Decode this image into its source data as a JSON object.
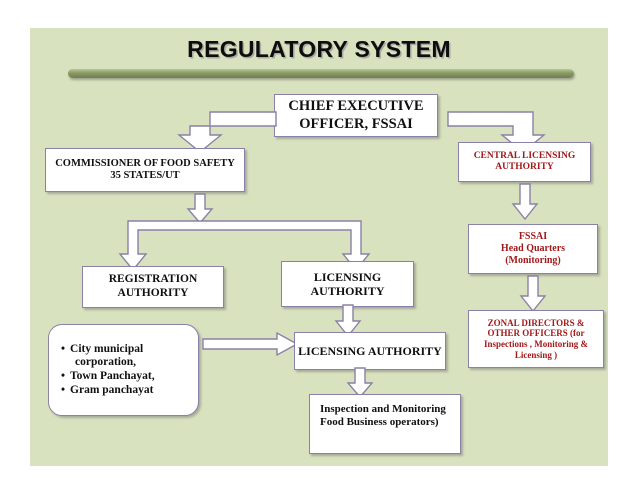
{
  "slide": {
    "title": "REGULATORY SYSTEM",
    "background_color": "#d9e2bf",
    "rule_color": "#8a9a63"
  },
  "colors": {
    "box_fill": "#ffffff",
    "box_border": "#8a81a6",
    "text_black": "#101010",
    "text_maroon": "#a11a1a",
    "connector_fill": "#ffffff",
    "connector_stroke": "#8a81a6"
  },
  "nodes": {
    "ceo": {
      "line1": "CHIEF EXECUTIVE",
      "line2": "OFFICER, FSSAI"
    },
    "commissioner": {
      "line1": "COMMISSIONER OF FOOD SAFETY",
      "line2": "35 STATES/UT"
    },
    "central_licensing_authority": {
      "line1": "CENTRAL LICENSING",
      "line2": "AUTHORITY"
    },
    "fssai_hq": {
      "line1": "FSSAI",
      "line2": "Head Quarters",
      "line3": "(Monitoring)"
    },
    "zonal_directors": {
      "line1": "ZONAL DIRECTORS   &",
      "line2": "OTHER OFFICERS (for",
      "line3": "Inspections , Monitoring &",
      "line4": "Licensing )"
    },
    "registration_authority": {
      "line1": "REGISTRATION",
      "line2": "AUTHORITY"
    },
    "licensing_authority_mid": {
      "line1": "LICENSING",
      "line2": "AUTHORITY"
    },
    "licensing_authority_lower": {
      "line1": "LICENSING AUTHORITY"
    },
    "local_bodies": {
      "bullets": [
        "City municipal",
        "corporation,",
        "Town Panchayat,",
        "Gram panchayat"
      ]
    },
    "inspection_monitoring": {
      "line1": "Inspection and Monitoring",
      "line2": "Food Business operators)"
    }
  },
  "connectors": [
    {
      "name": "ceo-to-commissioner",
      "type": "elbow-left-down"
    },
    {
      "name": "ceo-to-central-licensing",
      "type": "elbow-right-down"
    },
    {
      "name": "commissioner-down",
      "type": "arrow-down"
    },
    {
      "name": "split-to-registration-and-licensing",
      "type": "split-bar-down"
    },
    {
      "name": "central-licensing-to-fssai-hq",
      "type": "arrow-down"
    },
    {
      "name": "fssai-hq-to-zonal-directors",
      "type": "arrow-down"
    },
    {
      "name": "licensing-authority-down",
      "type": "arrow-down"
    },
    {
      "name": "local-bodies-to-licensing-authority",
      "type": "arrow-right"
    },
    {
      "name": "licensing-authority-to-inspection",
      "type": "arrow-down"
    }
  ]
}
